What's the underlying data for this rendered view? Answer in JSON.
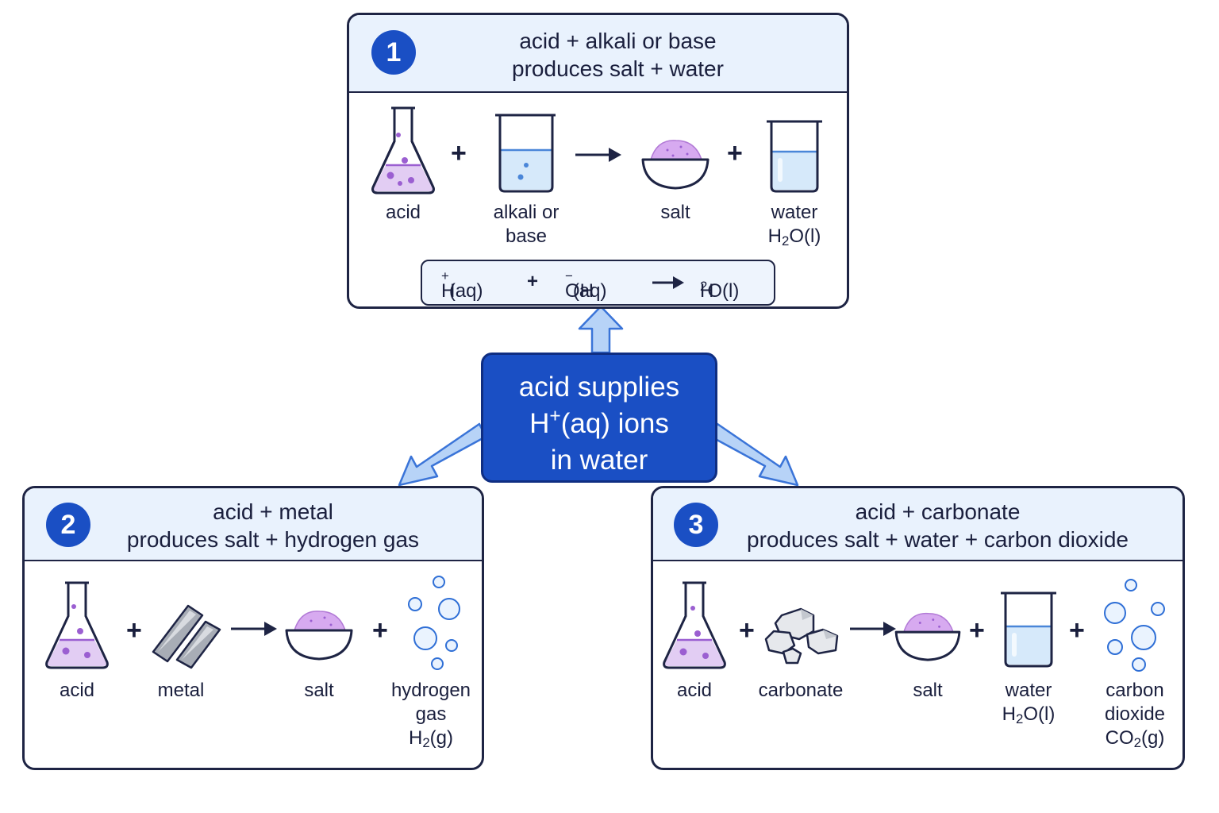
{
  "colors": {
    "accent": "#1a4fc4",
    "outline": "#1e2444",
    "header_bg": "#e9f2fd",
    "arrow": "#b7d3f7",
    "acid_liquid": "#e2cdf3",
    "salt": "#d7aaf0",
    "water": "#d6e9fa"
  },
  "center": {
    "line1": "acid supplies",
    "line2_main": "H",
    "line2_sup": "+",
    "line2_rest": "(aq) ions",
    "line3": "in water"
  },
  "panels": [
    {
      "number": "1",
      "title_line1": "acid + alkali or base",
      "title_line2": "produces salt + water",
      "labels": {
        "acid": "acid",
        "alkali_1": "alkali or",
        "alkali_2": "base",
        "salt": "salt",
        "water": "water",
        "water_formula": {
          "a": "H",
          "b": "2",
          "c": "O(l)"
        }
      },
      "ionic": {
        "h": "H",
        "h_sup": "+",
        "h_rest": "(aq)",
        "plus": "+",
        "oh": "OH",
        "oh_sup": "−",
        "oh_rest": "(aq)",
        "prod": "H",
        "prod_sub": "2",
        "prod_rest": "O(l)"
      },
      "icons": [
        "flask-icon",
        "beaker-icon",
        "arrow-icon",
        "salt-bowl-icon",
        "beaker-icon"
      ]
    },
    {
      "number": "2",
      "title_line1": "acid + metal",
      "title_line2": "produces salt + hydrogen gas",
      "labels": {
        "acid": "acid",
        "metal": "metal",
        "salt": "salt",
        "gas_1": "hydrogen",
        "gas_2": "gas",
        "gas_formula": {
          "a": "H",
          "b": "2",
          "c": "(g)"
        }
      },
      "icons": [
        "flask-icon",
        "metal-strips-icon",
        "arrow-icon",
        "salt-bowl-icon",
        "bubbles-icon"
      ]
    },
    {
      "number": "3",
      "title_line1": "acid + carbonate",
      "title_line2": "produces salt + water + carbon dioxide",
      "labels": {
        "acid": "acid",
        "carbonate": "carbonate",
        "salt": "salt",
        "water": "water",
        "water_formula": {
          "a": "H",
          "b": "2",
          "c": "O(l)"
        },
        "co2_1": "carbon",
        "co2_2": "dioxide",
        "co2_formula": {
          "a": "CO",
          "b": "2",
          "c": "(g)"
        }
      },
      "icons": [
        "flask-icon",
        "carbonate-rocks-icon",
        "arrow-icon",
        "salt-bowl-icon",
        "beaker-icon",
        "bubbles-icon"
      ]
    }
  ],
  "operators": {
    "plus": "+"
  }
}
